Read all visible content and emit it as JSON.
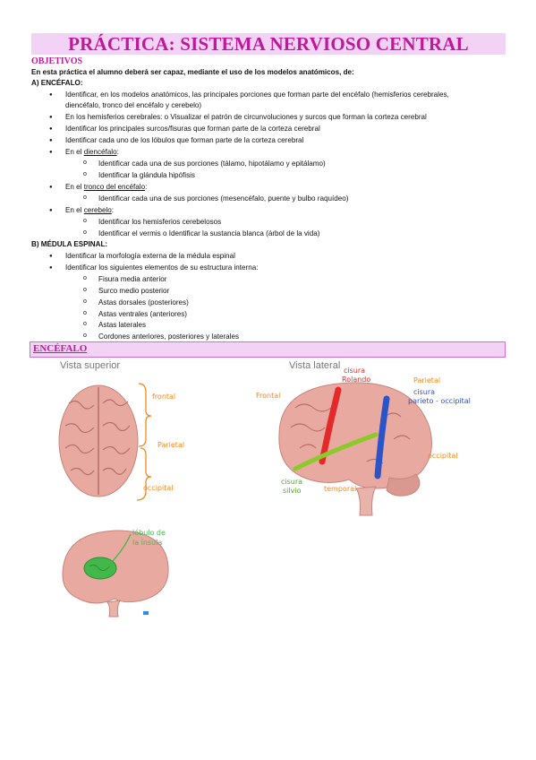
{
  "title": "PRÁCTICA: SISTEMA NERVIOSO CENTRAL",
  "objetivos_heading": "OBJETIVOS",
  "intro": "En esta práctica el alumno deberá ser capaz, mediante el uso de los modelos anatómicos, de:",
  "section_a": "A) ENCÉFALO:",
  "a_items": [
    "Identificar, en los modelos anatómicos, las principales porciones que forman parte del encéfalo (hemisferios cerebrales,",
    "diencéfalo, tronco del encéfalo y cerebelo)",
    "En los hemisferios cerebrales: o Visualizar el patrón de circunvoluciones y surcos que forman la corteza cerebral",
    "Identificar los principales surcos/fisuras que forman parte de la corteza cerebral",
    "Identificar cada uno de los lóbulos que forman parte de la corteza cerebral"
  ],
  "diencefalo": {
    "prefix": "En el ",
    "term": "diencéfalo",
    "suffix": ":",
    "subs": [
      "Identificar cada una de sus porciones (tálamo, hipotálamo y epitálamo)",
      "Identificar la glándula hipófisis"
    ]
  },
  "tronco": {
    "prefix": "En el ",
    "term": "tronco del encéfalo",
    "suffix": ":",
    "subs": [
      "Identificar cada una de sus porciones (mesencéfalo, puente y bulbo raquídeo)"
    ]
  },
  "cerebelo": {
    "prefix": "En el ",
    "term": "cerebelo",
    "suffix": ":",
    "subs": [
      "Identificar los hemisferios cerebelosos",
      "Identificar el vermis o Identificar la sustancia blanca (árbol de la vida)"
    ]
  },
  "section_b": "B) MÉDULA ESPINAL:",
  "b_items": [
    "Identificar la morfología externa de la médula espinal",
    "Identificar los siguientes elementos de su estructura interna:"
  ],
  "b_subs": [
    "Fisura media anterior",
    "Surco medio posterior",
    "Astas dorsales (posteriores)",
    "Astas ventrales (anteriores)",
    "Astas laterales",
    "Cordones anteriores, posteriores y laterales"
  ],
  "encefalo_heading": "ENCÉFALO",
  "fig_superior": {
    "title": "Vista superior",
    "labels": {
      "frontal": "frontal",
      "parietal": "Parietal",
      "occipital": "occipital"
    }
  },
  "fig_lateral": {
    "title": "Vista lateral",
    "labels": {
      "rolando1": "cisura",
      "rolando2": "Rolando",
      "parietal": "Parietal",
      "parieto1": "cisura",
      "parieto2": "parieto - occipital",
      "frontal": "Frontal",
      "occipital": "occipital",
      "silvio1": "cisura",
      "silvio2": "silvio",
      "temporal": "temporal"
    }
  },
  "fig_insula": {
    "labels": {
      "l1": "lóbulo de",
      "l2": "la ínsula"
    }
  },
  "colors": {
    "accent": "#c0189a",
    "header_bg": "#f3d3f5",
    "rolando": "#e32929",
    "parieto_occipital": "#2b54c9",
    "silvio": "#8acb2a",
    "frontal_label": "#f08a1e",
    "brain": "#e8a9a1"
  }
}
